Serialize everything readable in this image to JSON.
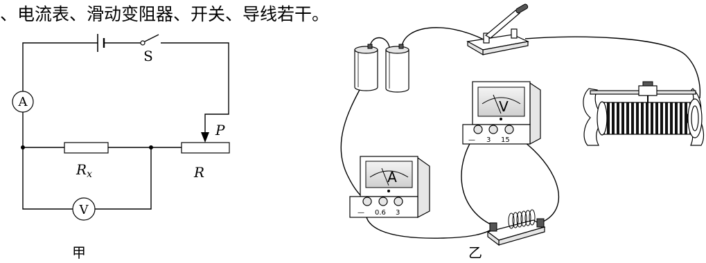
{
  "header": {
    "text": "、电流表、滑动变阻器、开关、导线若干。"
  },
  "schematic": {
    "caption": "甲",
    "switch_label": "S",
    "ammeter_label": "A",
    "voltmeter_label": "V",
    "slider_label": "P",
    "rx_label": {
      "main": "R",
      "sub": "x"
    },
    "r_label": "R"
  },
  "apparatus": {
    "caption": "乙",
    "voltmeter": {
      "label": "V",
      "terminals": [
        "—",
        "3",
        "15"
      ]
    },
    "ammeter": {
      "label": "A",
      "terminals": [
        "—",
        "0.6",
        "3"
      ]
    }
  },
  "colors": {
    "ink": "#000000",
    "paper": "#ffffff"
  }
}
